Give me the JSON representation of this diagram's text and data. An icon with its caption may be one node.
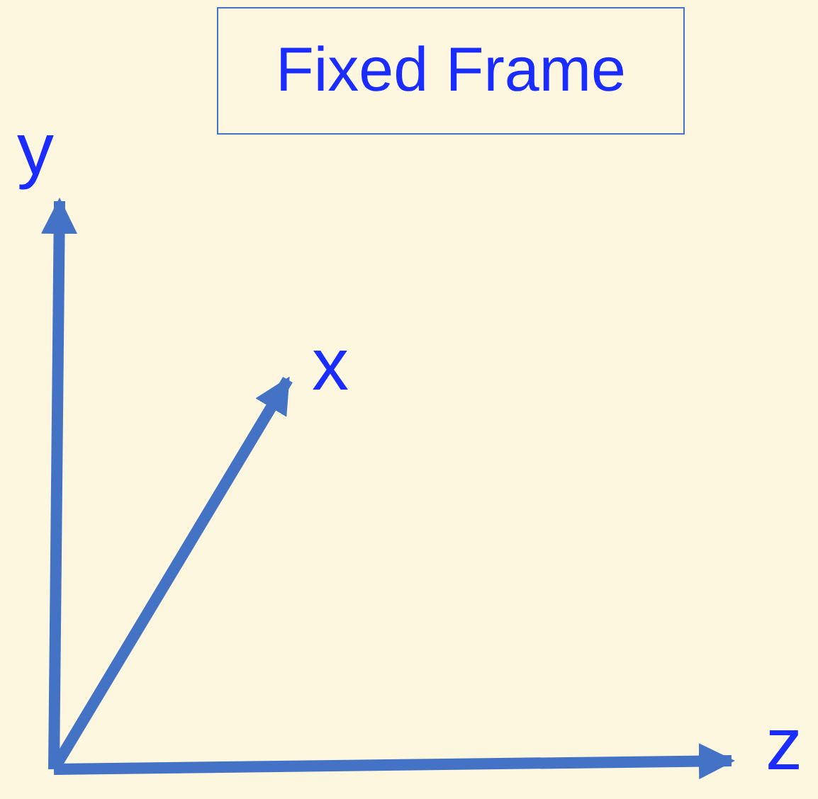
{
  "diagram": {
    "nodes": [
      {
        "text": [
          "Fixed Frame"
        ]
      }
    ],
    "labels": [
      "y",
      "x",
      "z"
    ]
  }
}
